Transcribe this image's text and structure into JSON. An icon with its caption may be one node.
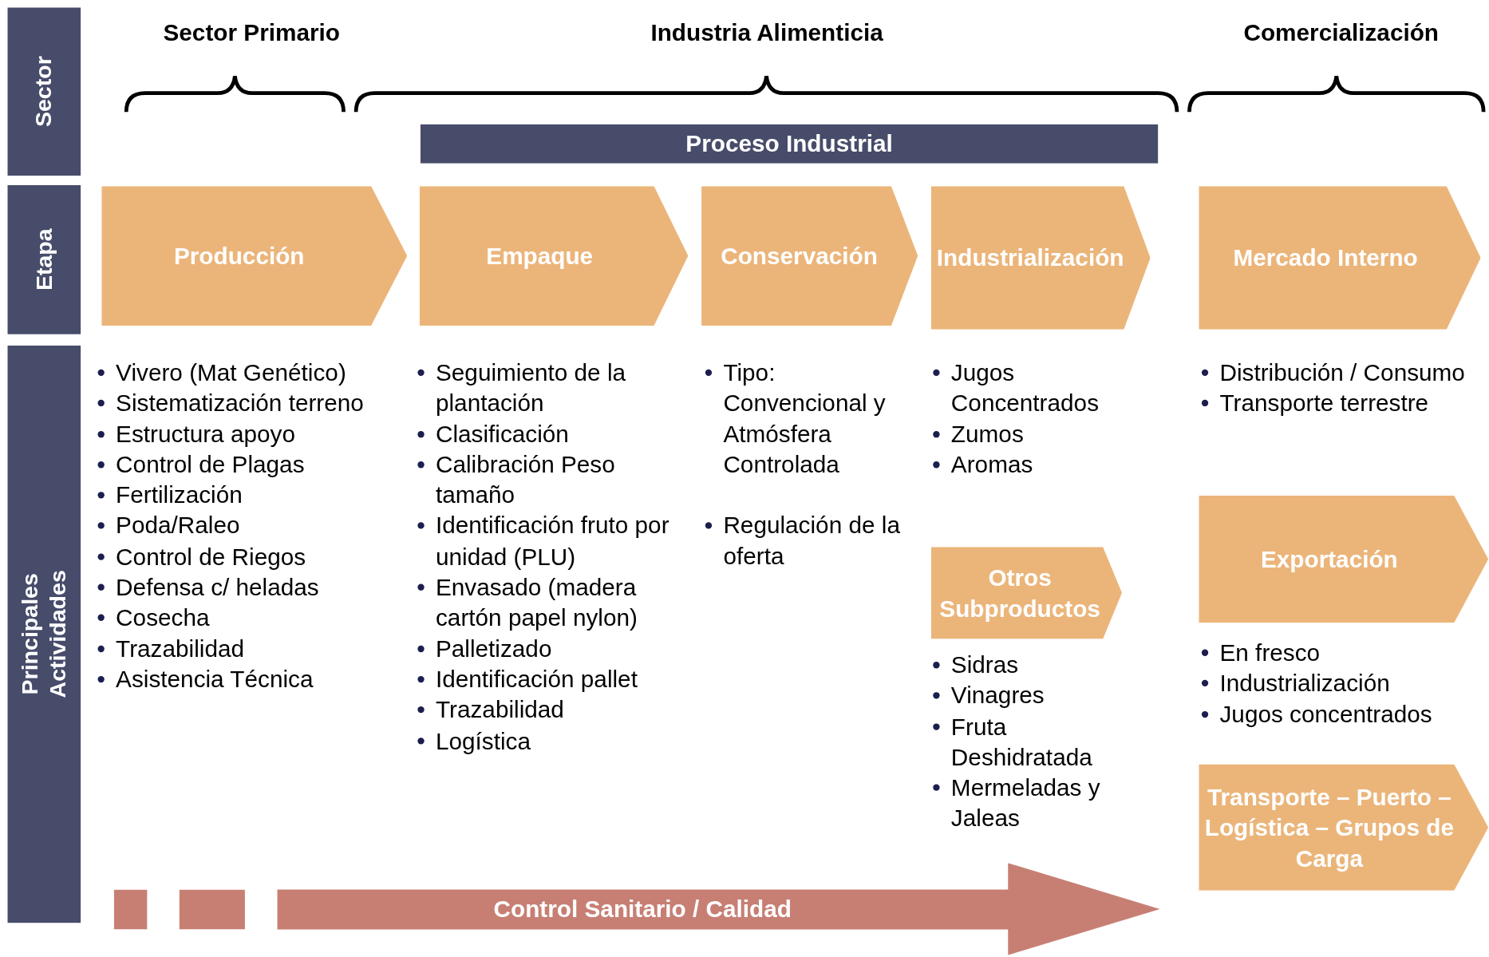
{
  "diagram": {
    "nodes": [
      {
        "text": [
          "Sector"
        ]
      },
      {
        "text": [
          "Etapa"
        ]
      },
      {
        "text": [
          "Principales Actividades"
        ]
      },
      {
        "text": [
          "Proceso Industrial"
        ]
      },
      {
        "text": [
          "Producción"
        ]
      },
      {
        "text": [
          "Empaque"
        ]
      },
      {
        "text": [
          "Conservación"
        ]
      },
      {
        "text": [
          "Industrialización"
        ]
      },
      {
        "text": [
          "Mercado Interno"
        ]
      },
      {
        "text": [
          "Otros Subproductos"
        ]
      },
      {
        "text": [
          "Exportación"
        ]
      },
      {
        "text": [
          "Transporte – Puerto – Logística – Grupos de Carga"
        ]
      },
      {
        "text": [
          "Control Sanitario / Calidad"
        ]
      }
    ],
    "labels": [
      "Sector Primario",
      "Industria Alimenticia",
      "Comercialización",
      "Vivero (Mat Genético)",
      "Sistematización terreno",
      "Estructura apoyo",
      "Control de Plagas",
      "Fertilización",
      "Poda/Raleo",
      "Control de Riegos",
      "Defensa c/ heladas",
      "Cosecha",
      "Trazabilidad",
      "Asistencia Técnica",
      "Seguimiento de la plantación",
      "Clasificación",
      "Calibración Peso tamaño",
      "Identificación fruto por unidad (PLU)",
      "Envasado (madera cartón papel nylon)",
      "Palletizado",
      "Identificación pallet",
      "Trazabilidad",
      "Logística",
      "Tipo: Convencional y Atmósfera Controlada",
      "Regulación de la oferta",
      "Jugos Concentrados",
      "Zumos",
      "Aromas",
      "Sidras",
      "Vinagres",
      "Fruta Deshidratada",
      "Mermeladas y Jaleas",
      "Distribución / Consumo",
      "Transporte terrestre",
      "En fresco",
      "Industrialización",
      "Jugos concentrados"
    ]
  }
}
